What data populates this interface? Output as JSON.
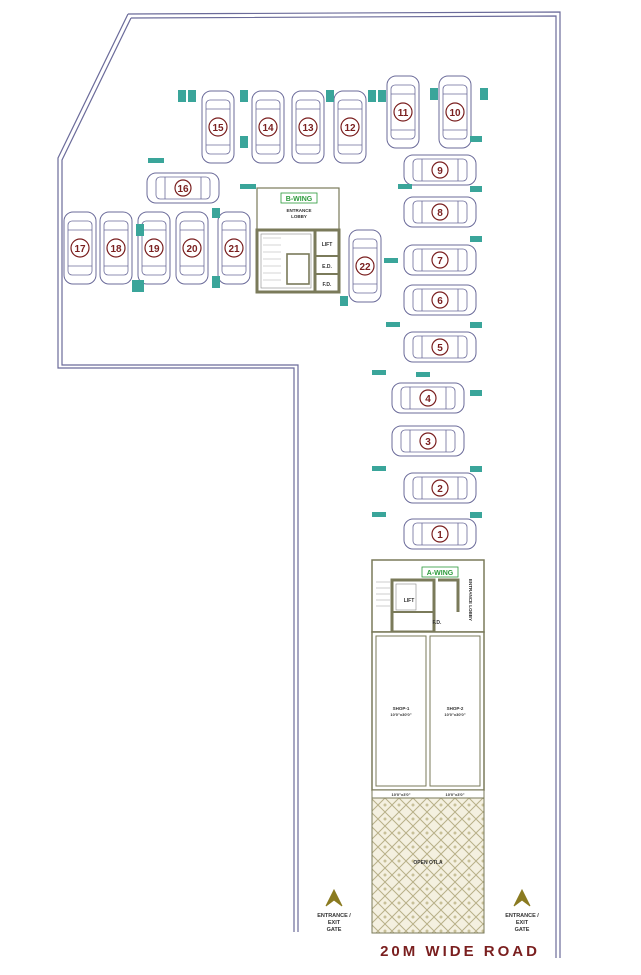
{
  "cars": [
    {
      "no": "1",
      "orient": "h"
    },
    {
      "no": "2",
      "orient": "h"
    },
    {
      "no": "3",
      "orient": "h"
    },
    {
      "no": "4",
      "orient": "h"
    },
    {
      "no": "5",
      "orient": "h"
    },
    {
      "no": "6",
      "orient": "h"
    },
    {
      "no": "7",
      "orient": "h"
    },
    {
      "no": "8",
      "orient": "h"
    },
    {
      "no": "9",
      "orient": "h"
    },
    {
      "no": "10",
      "orient": "v"
    },
    {
      "no": "11",
      "orient": "v"
    },
    {
      "no": "12",
      "orient": "v"
    },
    {
      "no": "13",
      "orient": "v"
    },
    {
      "no": "14",
      "orient": "v"
    },
    {
      "no": "15",
      "orient": "v"
    },
    {
      "no": "16",
      "orient": "h"
    },
    {
      "no": "17",
      "orient": "v"
    },
    {
      "no": "18",
      "orient": "v"
    },
    {
      "no": "19",
      "orient": "v"
    },
    {
      "no": "20",
      "orient": "v"
    },
    {
      "no": "21",
      "orient": "v"
    },
    {
      "no": "22",
      "orient": "v"
    }
  ],
  "b_wing": {
    "title": "B-WING",
    "lobby": [
      "ENTRANCE",
      "LOBBY"
    ],
    "lift": "LIFT",
    "ed": "E.D.",
    "fd": "F.D."
  },
  "a_wing": {
    "title": "A-WING",
    "lobby": [
      "ENTRANCE",
      "LOBBY"
    ],
    "lift": "LIFT",
    "fd": "F.D."
  },
  "shops": [
    {
      "name": "SHOP-1",
      "size": "10'0\"x30'0\"",
      "front": "10'0\"x3'0\""
    },
    {
      "name": "SHOP-2",
      "size": "10'0\"x30'0\"",
      "front": "10'0\"x3'0\""
    }
  ],
  "otla": "OPEN OTLA",
  "gate_left": [
    "ENTRANCE /",
    "EXIT",
    "GATE"
  ],
  "gate_right": [
    "ENTRANCE /",
    "EXIT",
    "GATE"
  ],
  "road": "20M WIDE ROAD",
  "colors": {
    "line": "#6b6b9a",
    "wall": "#7a7a5a",
    "marker": "#3aa59a",
    "num": "#7a1f1f",
    "green": "#2a9a3a",
    "gate": "#8a7a20"
  }
}
